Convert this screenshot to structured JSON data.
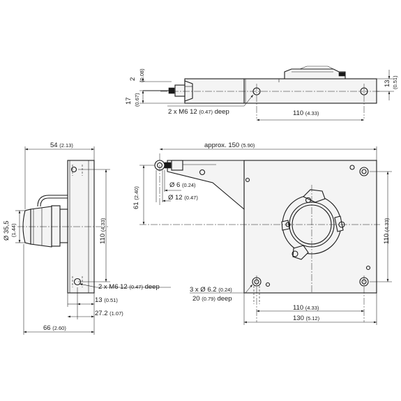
{
  "dimensions": {
    "top_2": "2",
    "top_2_in": "(0.08)",
    "top_17": "17",
    "top_17_in": "(0.67)",
    "top_13": "13",
    "top_13_in": "(0.51)",
    "top_thread": "2 x M6 12",
    "top_thread_in": "(0.47)",
    "top_thread_deep": "deep",
    "top_110": "110",
    "top_110_in": "(4.33)",
    "side_54": "54",
    "side_54_in": "(2.13)",
    "side_dia": "Ø 35,5",
    "side_dia_in": "(1.44)",
    "side_110": "110",
    "side_110_in": "(4.33)",
    "side_thread": "2 x M6 12",
    "side_thread_in": "(0.47)",
    "side_thread_deep": "deep",
    "side_13": "13",
    "side_13_in": "(0.51)",
    "side_27": "27.2",
    "side_27_in": "(1.07)",
    "side_66": "66",
    "side_66_in": "(2.60)",
    "front_approx": "approx. 150",
    "front_approx_in": "(5.90)",
    "front_61": "61",
    "front_61_in": "(2.40)",
    "front_d6": "Ø 6",
    "front_d6_in": "(0.24)",
    "front_d12": "Ø 12",
    "front_d12_in": "(0.47)",
    "front_110v": "110",
    "front_110v_in": "(4.33)",
    "front_holes": "3 x Ø 6.2",
    "front_holes_in": "(0.24)",
    "front_holes_depth": "20",
    "front_holes_depth_in": "(0.79)",
    "front_holes_deep": "deep",
    "front_110h": "110",
    "front_110h_in": "(4.33)",
    "front_130": "130",
    "front_130_in": "(5.12)"
  }
}
